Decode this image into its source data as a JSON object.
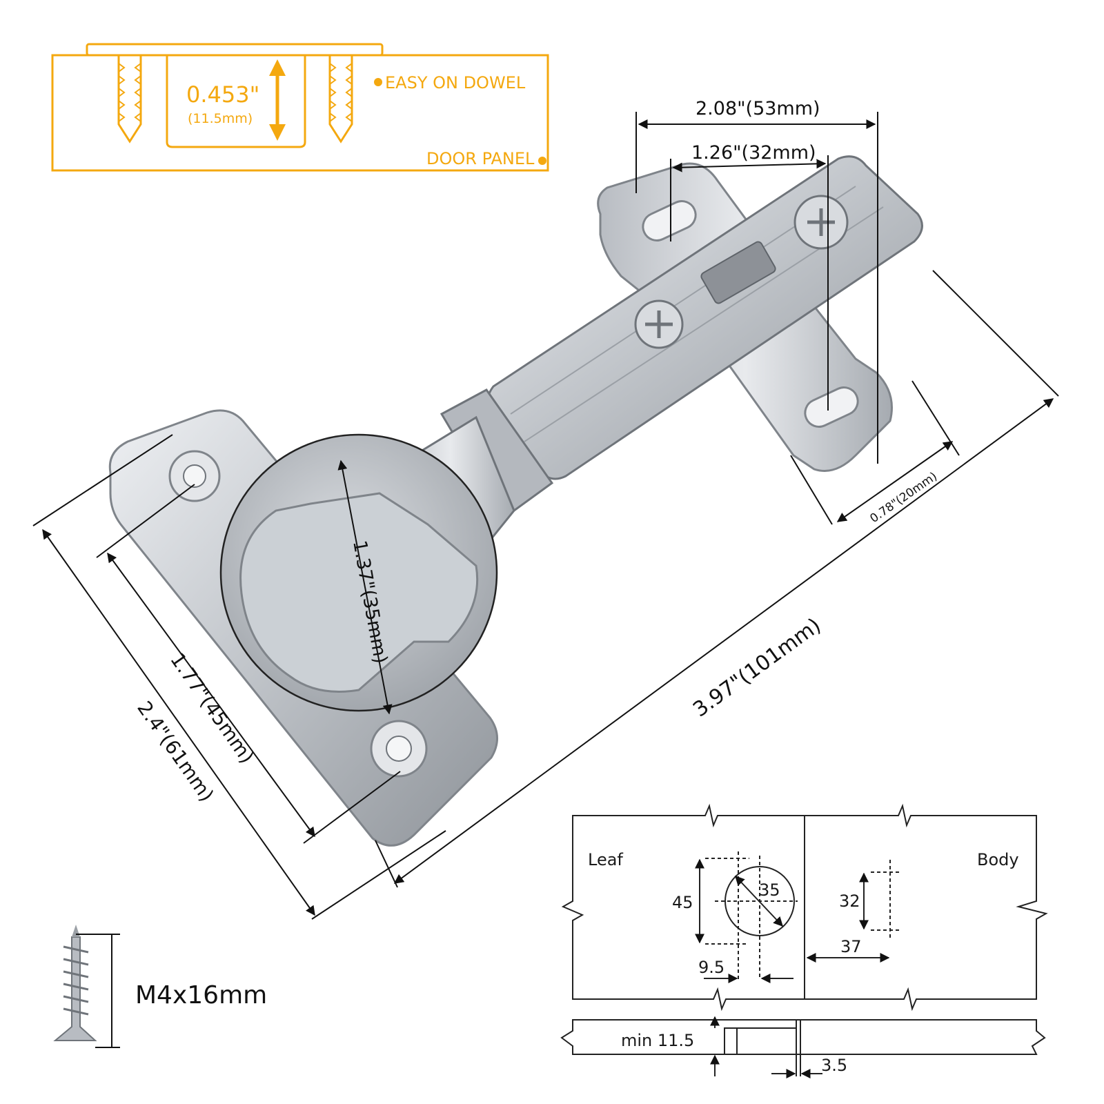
{
  "dowel_inset": {
    "depth_inch": "0.453\"",
    "depth_mm": "(11.5mm)",
    "label_dowel": "EASY ON DOWEL",
    "label_panel": "DOOR PANEL",
    "accent_color": "#f4a80f"
  },
  "hinge_dimensions": {
    "arm_outer_width": "2.08\"(53mm)",
    "arm_hole_spacing": "1.26\"(32mm)",
    "plate_offset": "0.78\"(20mm)",
    "overall_length": "3.97\"(101mm)",
    "cup_diameter": "1.37\"(35mm)",
    "plate_hole_spacing": "1.77\"(45mm)",
    "plate_length": "2.4\"(61mm)"
  },
  "screw": {
    "size": "M4x16mm"
  },
  "drilling_plan": {
    "leaf_label": "Leaf",
    "body_label": "Body",
    "leaf_hole_spacing": "45",
    "cup_diameter": "35",
    "cup_edge_offset": "9.5",
    "body_hole_spacing": "32",
    "body_edge_offset": "37",
    "min_thickness": "min 11.5",
    "gap": "3.5"
  },
  "colors": {
    "metal": "#c9ccd1",
    "metal_dark": "#8d9197",
    "line": "#111111",
    "accent": "#f4a80f"
  }
}
